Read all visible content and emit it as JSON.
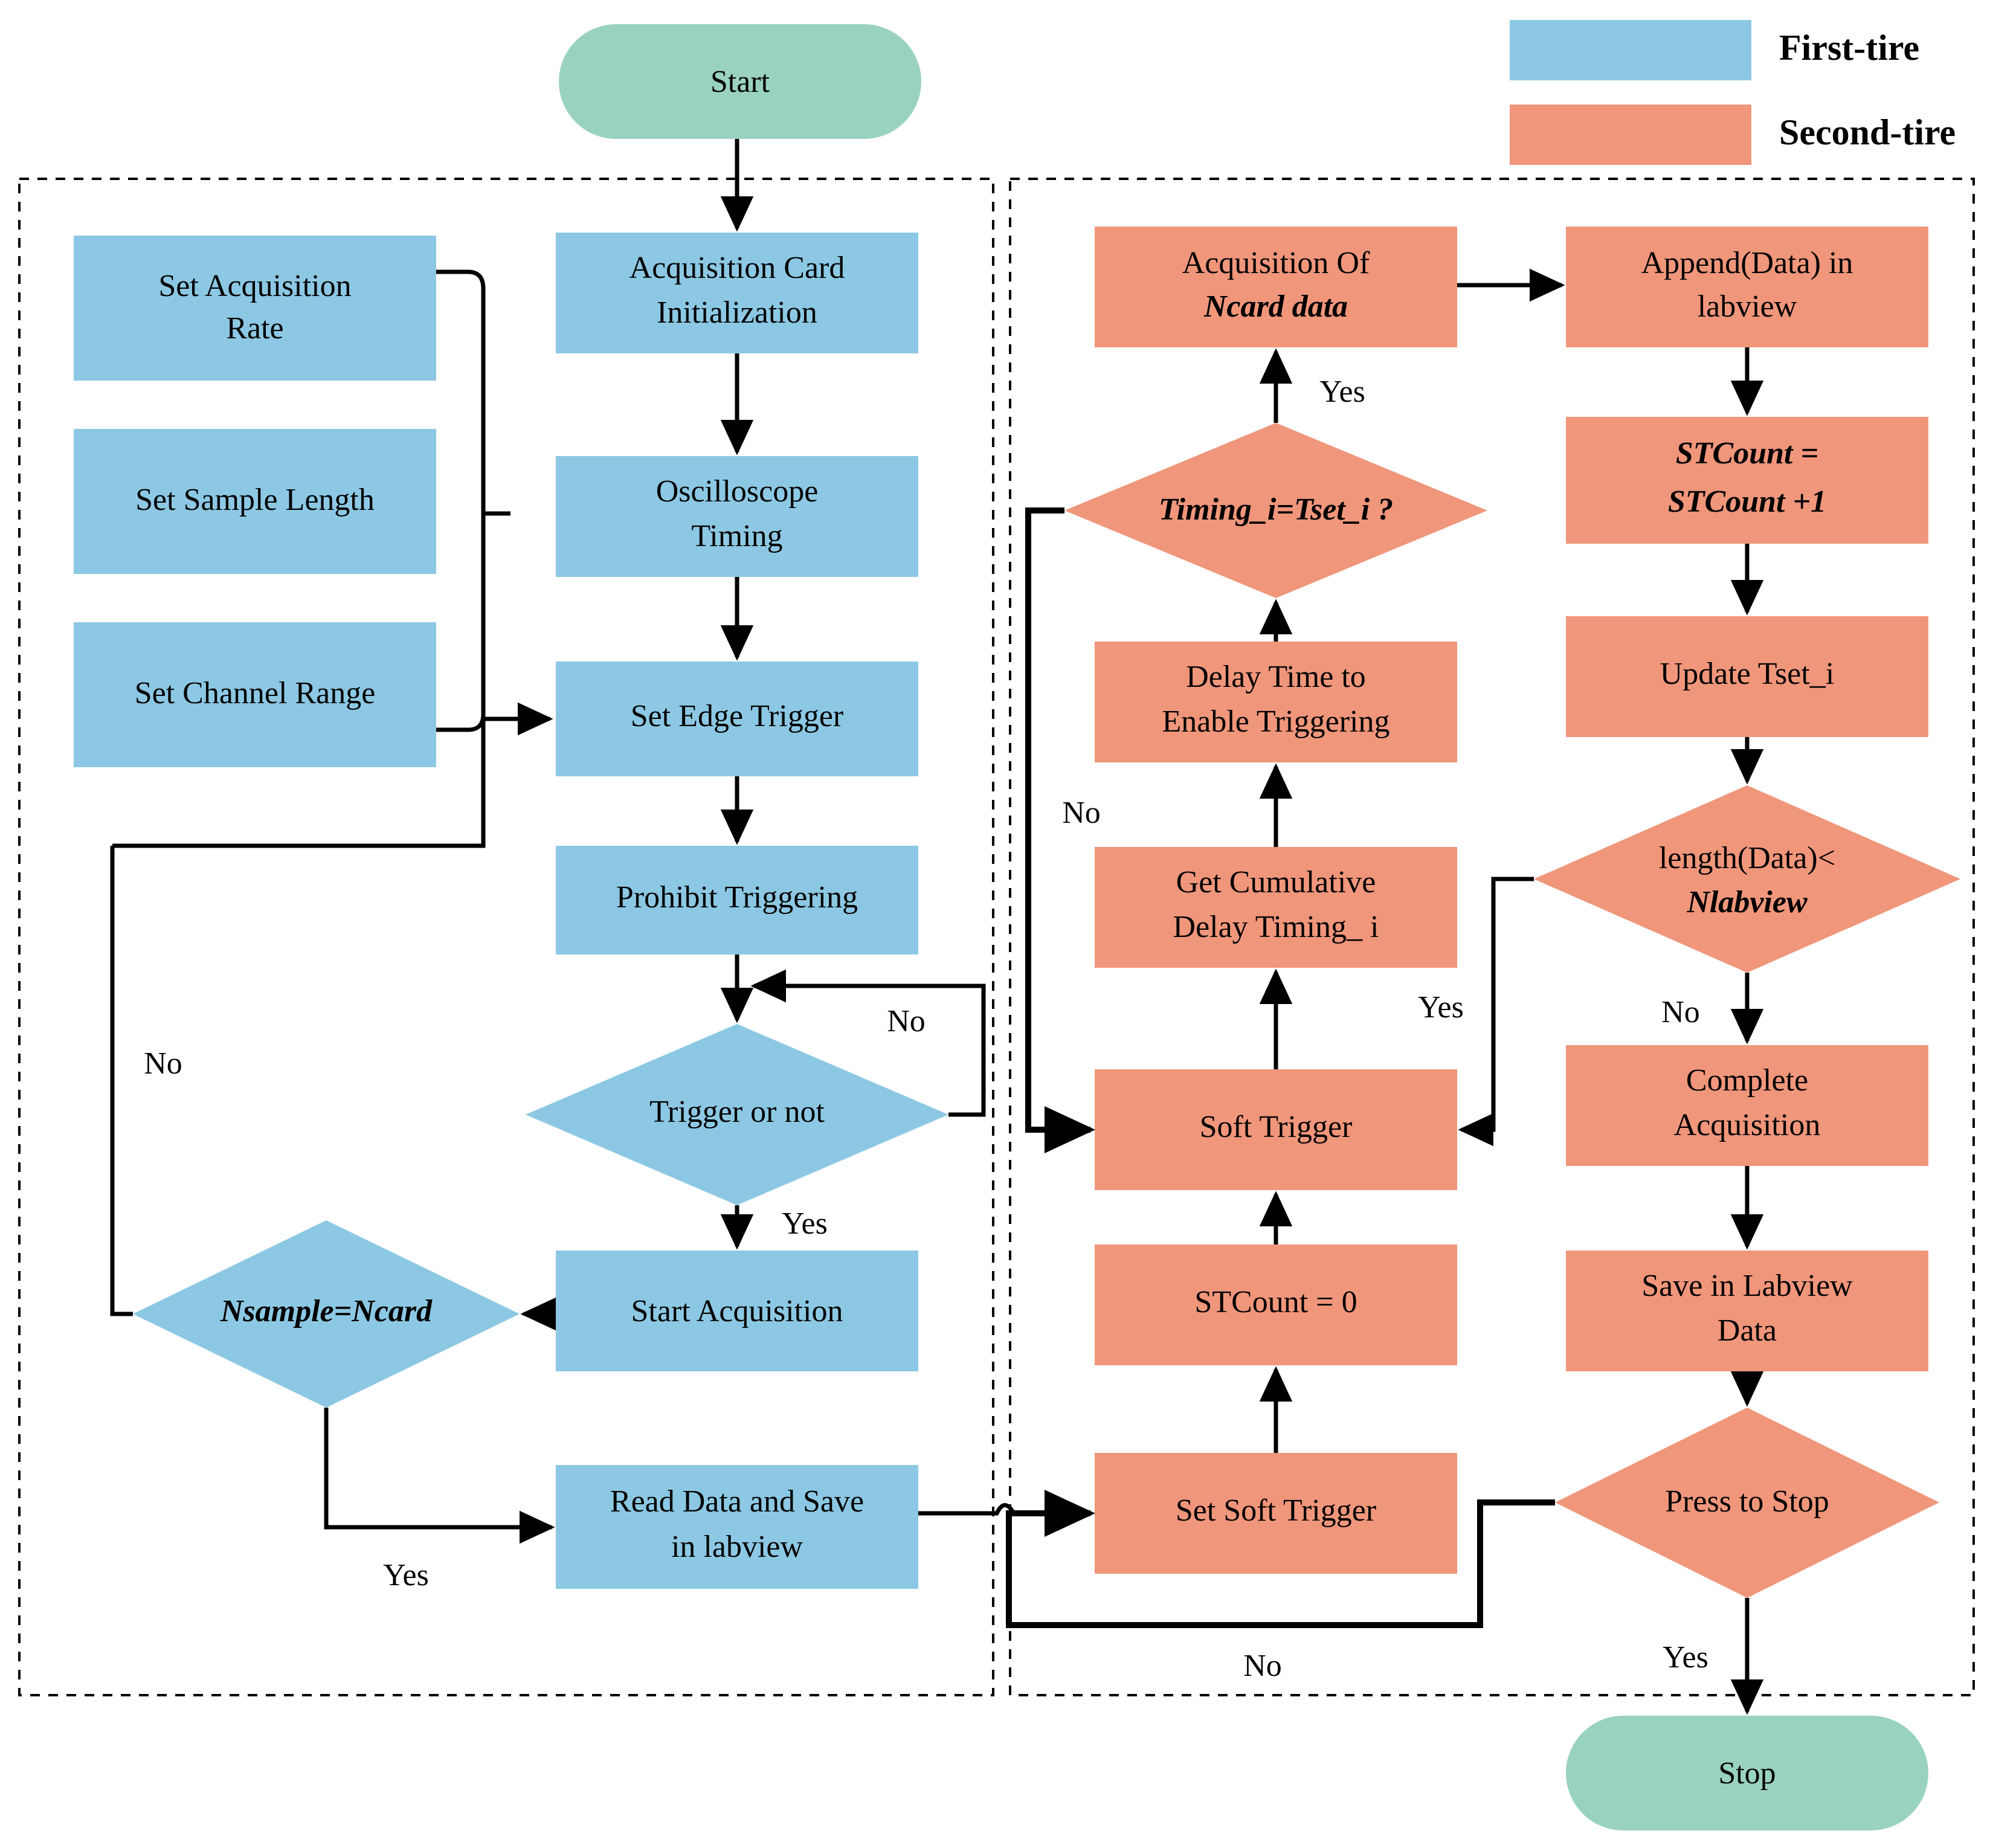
{
  "legend": {
    "items": [
      {
        "label": "First-tire",
        "color": "#8CC8E3"
      },
      {
        "label": "Second-tire",
        "color": "#F0967B"
      }
    ]
  },
  "colors": {
    "first_tire": "#8CC8E3",
    "second_tire": "#F0967B",
    "terminal": "#9AD2C2",
    "line": "#000000",
    "background": "#FFFFFF"
  },
  "terminals": {
    "start": "Start",
    "stop": "Stop"
  },
  "first_tire": {
    "settings": [
      {
        "id": "set-acquisition-rate",
        "line1": "Set Acquisition",
        "line2": "Rate"
      },
      {
        "id": "set-sample-length",
        "line1": "Set Sample Length",
        "line2": ""
      },
      {
        "id": "set-channel-range",
        "line1": "Set Channel Range",
        "line2": ""
      }
    ],
    "steps": [
      {
        "id": "acquisition-card-initialization",
        "line1": "Acquisition Card",
        "line2": "Initialization"
      },
      {
        "id": "oscilloscope-timing",
        "line1": "Oscilloscope",
        "line2": "Timing"
      },
      {
        "id": "set-edge-trigger",
        "line1": "Set Edge Trigger",
        "line2": ""
      },
      {
        "id": "prohibit-triggering",
        "line1": "Prohibit Triggering",
        "line2": ""
      },
      {
        "id": "start-acquisition",
        "line1": "Start Acquisition",
        "line2": ""
      },
      {
        "id": "read-data-and-save",
        "line1": "Read Data and Save",
        "line2": "in labview"
      }
    ],
    "decisions": [
      {
        "id": "trigger-or-not",
        "line1": "Trigger or not",
        "line2": "",
        "italic": false
      },
      {
        "id": "nsample-equals-ncard",
        "line1": "Nsample=Ncard",
        "line2": "",
        "italic": true
      }
    ]
  },
  "second_tire": {
    "middle": [
      {
        "id": "acquisition-of-ncard-data",
        "line1": "Acquisition Of",
        "line2": "Ncard data"
      },
      {
        "id": "timing-i-equals-tset-i",
        "line1": "Timing_i=Tset_i ?",
        "line2": "",
        "italic": true
      },
      {
        "id": "delay-time-to-enable-triggering",
        "line1": "Delay Time to",
        "line2": "Enable Triggering"
      },
      {
        "id": "get-cumulative-delay-timing-i",
        "line1": "Get Cumulative",
        "line2": "Delay Timing_ i"
      },
      {
        "id": "soft-trigger",
        "line1": "Soft Trigger",
        "line2": ""
      },
      {
        "id": "stcount-equals-zero",
        "line1": "STCount = 0",
        "line2": ""
      },
      {
        "id": "set-soft-trigger",
        "line1": "Set Soft Trigger",
        "line2": ""
      }
    ],
    "right": [
      {
        "id": "append-data-in-labview",
        "line1": "Append(Data) in",
        "line2": "labview"
      },
      {
        "id": "stcount-increment",
        "line1": "STCount =",
        "line2": "STCount +1"
      },
      {
        "id": "update-tset-i",
        "line1": "Update Tset_i",
        "line2": ""
      },
      {
        "id": "length-data-less-nlabview",
        "line1": "length(Data)<",
        "line2": "Nlabview"
      },
      {
        "id": "complete-acquisition",
        "line1": "Complete",
        "line2": "Acquisition"
      },
      {
        "id": "save-in-labview-data",
        "line1": "Save in Labview",
        "line2": "Data"
      },
      {
        "id": "press-to-stop",
        "line1": "Press to Stop",
        "line2": ""
      }
    ]
  },
  "edge_labels": {
    "trigger_no": "No",
    "trigger_yes": "Yes",
    "nsample_no": "No",
    "nsample_yes": "Yes",
    "timing_yes": "Yes",
    "timing_no": "No",
    "length_yes": "Yes",
    "length_no": "No",
    "stop_yes": "Yes",
    "stop_no": "No"
  }
}
